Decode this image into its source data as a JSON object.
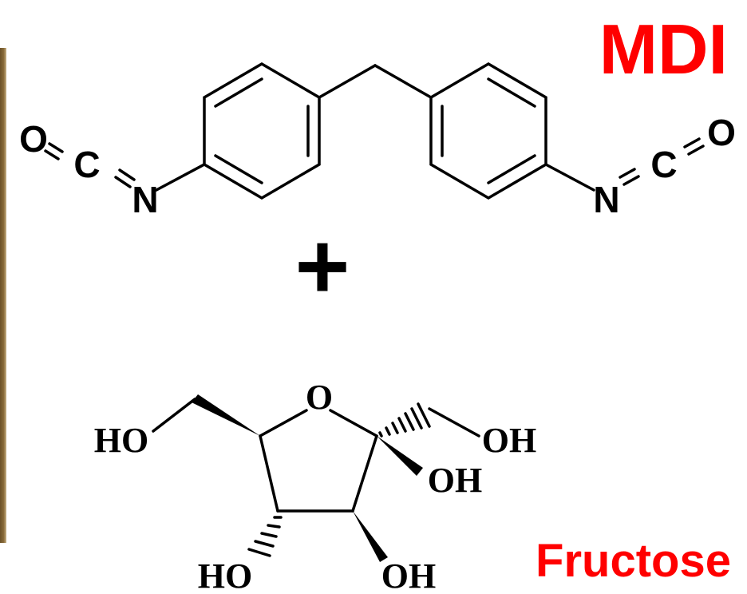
{
  "mdi": {
    "label": "MDI",
    "atoms": {
      "o_left": "O",
      "c_left": "C",
      "n_left": "N",
      "n_right": "N",
      "c_right": "C",
      "o_right": "O"
    }
  },
  "plus": "+",
  "fructose": {
    "label": "Fructose",
    "atoms": {
      "ring_o": "O",
      "ho_left": "HO",
      "oh_right": "OH",
      "oh_anomeric": "OH",
      "ho_bottom": "HO",
      "oh_bottom": "OH"
    }
  },
  "colors": {
    "label": "#ff0000",
    "structure": "#000000"
  }
}
